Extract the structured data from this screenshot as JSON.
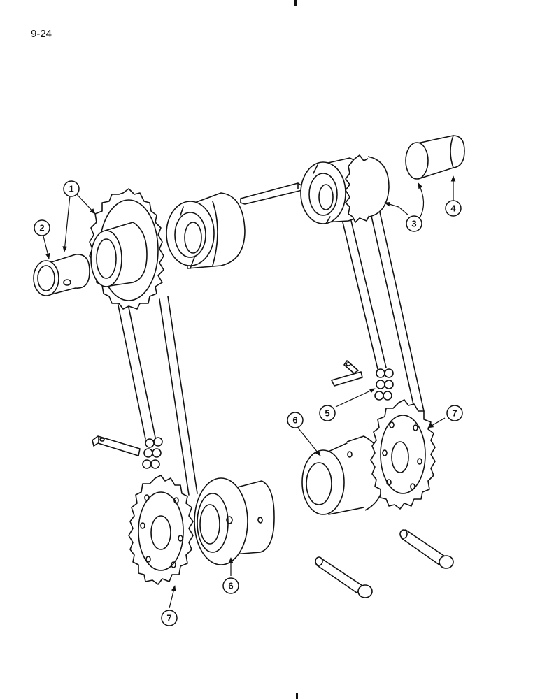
{
  "page_number": "9-24",
  "callouts": [
    {
      "id": "c1a",
      "label": "1"
    },
    {
      "id": "c2",
      "label": "2"
    },
    {
      "id": "c3",
      "label": "3"
    },
    {
      "id": "c4",
      "label": "4"
    },
    {
      "id": "c5",
      "label": "5"
    },
    {
      "id": "c6a",
      "label": "6"
    },
    {
      "id": "c6b",
      "label": "6"
    },
    {
      "id": "c7a",
      "label": "7"
    },
    {
      "id": "c7b",
      "label": "7"
    }
  ],
  "colors": {
    "ink": "#111111",
    "paper": "#ffffff"
  }
}
